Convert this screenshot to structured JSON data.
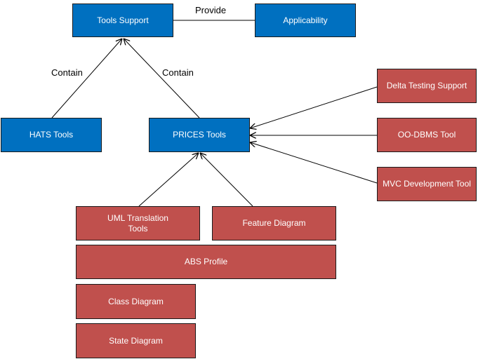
{
  "nodes": {
    "tools_support": "Tools Support",
    "applicability": "Applicability",
    "hats_tools": "HATS Tools",
    "prices_tools": "PRICES Tools",
    "delta_testing_support": "Delta Testing Support",
    "oo_dbms_tool": "OO-DBMS Tool",
    "mvc_development_tool": "MVC Development Tool",
    "uml_translation_tools": "UML Translation Tools",
    "feature_diagram": "Feature Diagram",
    "abs_profile": "ABS Profile",
    "class_diagram": "Class Diagram",
    "state_diagram": "State Diagram"
  },
  "edge_labels": {
    "provide": "Provide",
    "contain_hats": "Contain",
    "contain_prices": "Contain"
  },
  "colors": {
    "blue_node": "#0070c0",
    "red_node": "#c0504d",
    "edge": "#000000"
  }
}
